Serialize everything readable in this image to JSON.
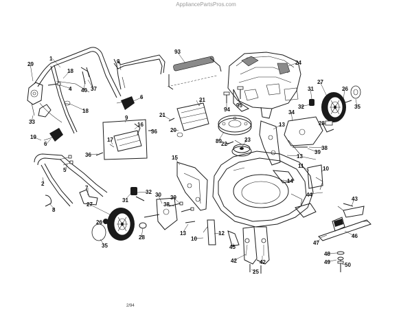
{
  "watermark": "AppliancePartsPros.com",
  "footer_code": "2/94",
  "callouts": [
    "1",
    "2",
    "3",
    "4",
    "5",
    "6",
    "7",
    "8",
    "9",
    "10",
    "11",
    "12",
    "13",
    "14",
    "15",
    "16",
    "17",
    "18",
    "19",
    "20",
    "21",
    "22",
    "23",
    "24",
    "25",
    "26",
    "27",
    "28",
    "29",
    "30",
    "31",
    "32",
    "33",
    "34",
    "35",
    "36",
    "37",
    "38",
    "39",
    "40",
    "42",
    "43",
    "44",
    "45",
    "46",
    "47",
    "48",
    "49",
    "50",
    "89",
    "93",
    "94",
    "95"
  ]
}
